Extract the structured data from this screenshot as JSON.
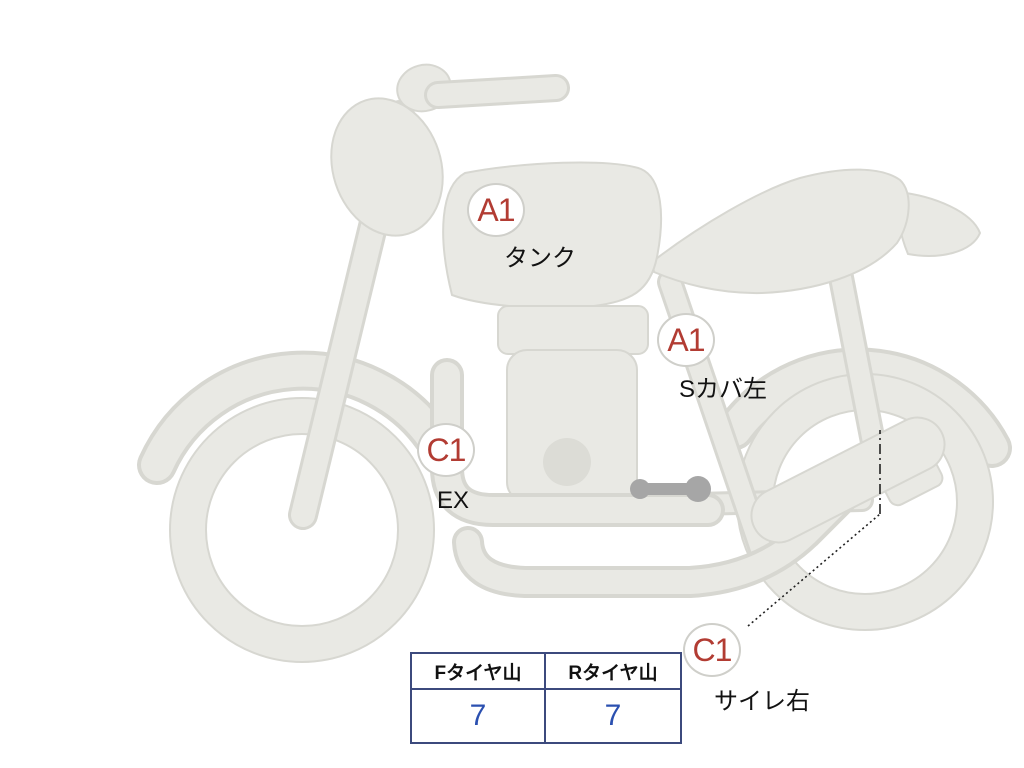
{
  "annotations": [
    {
      "grade": "A1",
      "label": "タンク"
    },
    {
      "grade": "A1",
      "label": "Sカバ左"
    },
    {
      "grade": "C1",
      "label": "EX"
    },
    {
      "grade": "C1",
      "label": "サイレ右"
    }
  ],
  "tire_table": {
    "headers": [
      "Fタイヤ山",
      "Rタイヤ山"
    ],
    "values": [
      "7",
      "7"
    ]
  },
  "colors": {
    "grade_text": "#b23c33",
    "value_text": "#2b50b0",
    "table_border": "#3c4a7d",
    "bike_fill": "#e9e9e4",
    "bike_outline": "#d7d7d1",
    "lever_gray": "#a6a6a6",
    "pointer_line": "#222222"
  }
}
